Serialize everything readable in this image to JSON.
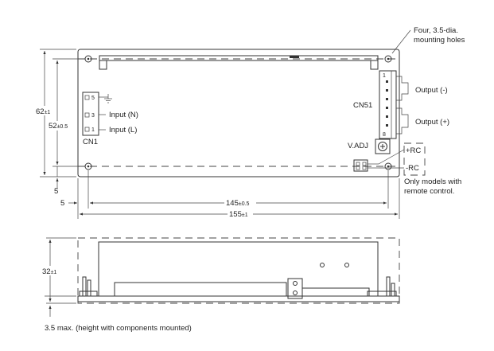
{
  "labels": {
    "mounting_holes_line1": "Four, 3.5-dia.",
    "mounting_holes_line2": "mounting holes",
    "cn51": "CN51",
    "cn1": "CN1",
    "output_neg": "Output (-)",
    "output_pos": "Output (+)",
    "input_n": "Input (N)",
    "input_l": "Input (L)",
    "vadj": "V.ADJ",
    "plus_rc": "+RC",
    "minus_rc": "-RC",
    "remote_note_line1": "Only models with",
    "remote_note_line2": "remote control.",
    "height_note": "3.5 max. (height with components mounted)"
  },
  "cn1_pins": [
    "5",
    "3",
    "1"
  ],
  "cn51_pins": [
    "1",
    "8"
  ],
  "dimensions": {
    "height_total": {
      "value": "62",
      "tol": "±1"
    },
    "height_holes": {
      "value": "52",
      "tol": "±0.5"
    },
    "hole_offset_y": {
      "value": "5"
    },
    "hole_offset_x": {
      "value": "5"
    },
    "width_holes": {
      "value": "145",
      "tol": "±0.5"
    },
    "width_total": {
      "value": "155",
      "tol": "±1"
    },
    "side_height": {
      "value": "32",
      "tol": "±1"
    }
  },
  "colors": {
    "line": "#333333",
    "background": "#ffffff"
  },
  "icons": [
    "ground-symbol-icon",
    "potentiometer-icon",
    "mounting-hole-icon"
  ]
}
